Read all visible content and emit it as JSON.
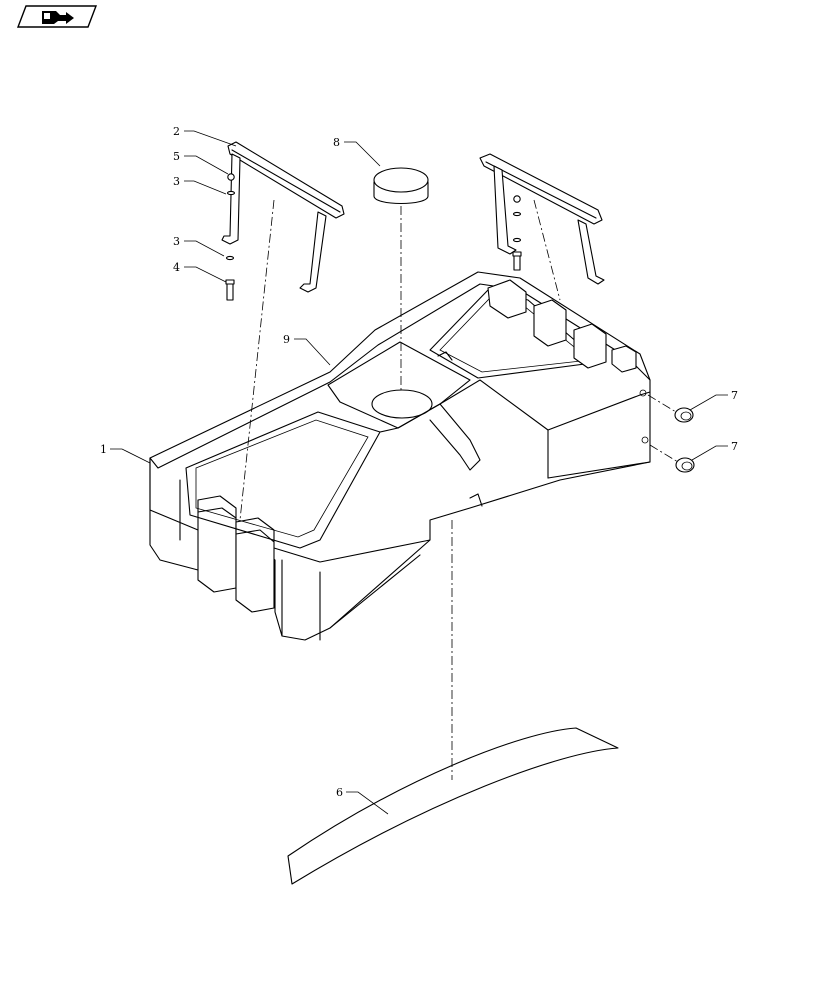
{
  "nav_button": {
    "icon": "return-arrow-icon"
  },
  "callouts": [
    {
      "id": "c1",
      "label": "1"
    },
    {
      "id": "c2",
      "label": "2"
    },
    {
      "id": "c3a",
      "label": "3"
    },
    {
      "id": "c3b",
      "label": "3"
    },
    {
      "id": "c4",
      "label": "4"
    },
    {
      "id": "c5",
      "label": "5"
    },
    {
      "id": "c6",
      "label": "6"
    },
    {
      "id": "c7a",
      "label": "7"
    },
    {
      "id": "c7b",
      "label": "7"
    },
    {
      "id": "c8",
      "label": "8"
    },
    {
      "id": "c9",
      "label": "9"
    }
  ]
}
